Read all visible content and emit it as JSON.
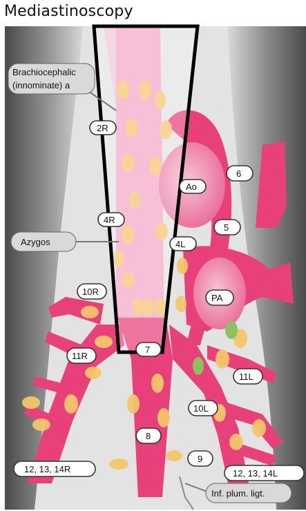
{
  "title": "Mediastinoscopy",
  "structures": {
    "brachiocephalic_line1": "Brachiocephalic",
    "brachiocephalic_line2": "(innominate) a",
    "azygos": "Azygos",
    "aorta": "Ao",
    "pulmonary_artery": "PA",
    "ligament": "Inf. plum. ligt."
  },
  "stations": {
    "s2r": "2R",
    "s4r": "4R",
    "s4l": "4L",
    "s5": "5",
    "s6": "6",
    "s7": "7",
    "s8": "8",
    "s9": "9",
    "s10r": "10R",
    "s10l": "10L",
    "s11r": "11R",
    "s11l": "11L",
    "s12r": "12, 13, 14R",
    "s12l": "12, 13, 14L"
  },
  "colors": {
    "airway": "#e8407a",
    "vessel_light": "#f6b8cf",
    "node": "#f4c56a",
    "node_green": "#8fc060",
    "background_dark": "#5a5a5a",
    "background_light": "#c8c8c8",
    "scope_outline": "#000000"
  }
}
